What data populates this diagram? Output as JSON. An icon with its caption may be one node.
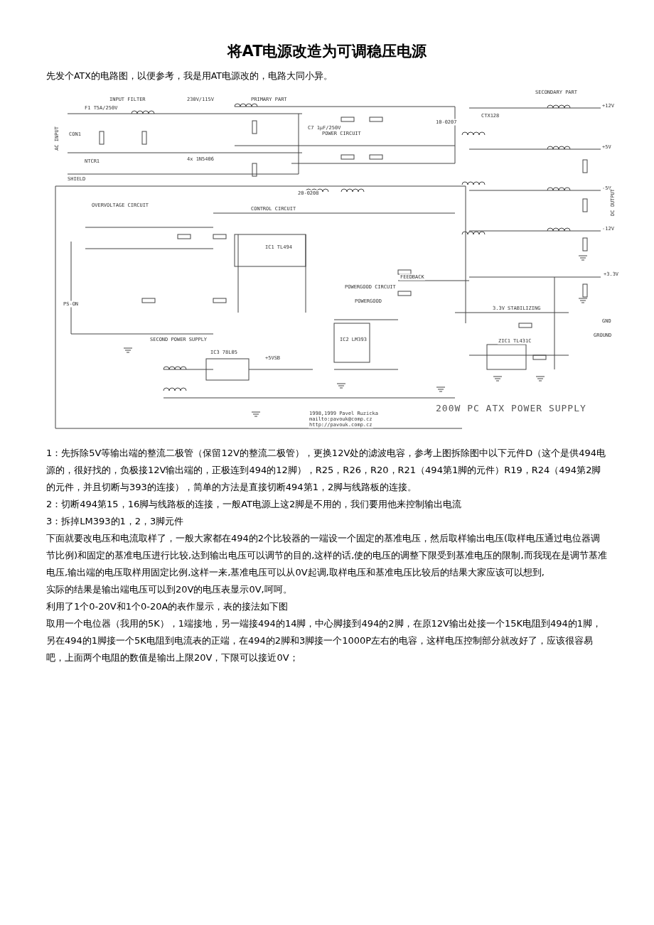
{
  "diagram": {
    "title": "将AT电源改造为可调稳压电源",
    "labels": [
      "先发个ATX的电路图，以便参考，我是用AT电源改的，电路大同小异。",
      "INPUT FILTER",
      "230V/115V",
      "AC INPUT",
      "CON1",
      "F1 T5A/250V",
      "NTCR1",
      "SHIELD",
      "4x 1N5406",
      "PRIMARY PART",
      "POWER CIRCUIT",
      "C7 1µF/250V",
      "20-0208",
      "SECONDARY PART",
      "10-0207",
      "CTX128",
      "+12V",
      "+5V",
      "-5V",
      "-12V",
      "DC OUTPUT",
      "OVERVOLTAGE CIRCUIT",
      "CONTROL CIRCUIT",
      "IC1 TL494",
      "FEEDBACK",
      "POWERGOOD CIRCUIT",
      "POWERGOOD",
      "IC2 LM393",
      "+5VSB",
      "PS-ON",
      "SECOND POWER SUPPLY",
      "IC3 78L05",
      "3.3V STABILIZING",
      "ZIC1 TL431C",
      "+3.3V",
      "GND",
      "GROUND",
      "1998,1999 Pavel Ruzicka",
      "mailto:pavouk@comp.cz",
      "http://pavouk.comp.cz",
      "200W PC ATX POWER SUPPLY",
      "1：先拆除5V等输出端的整流二极管（保留12V的整流二极管），更换12V处的滤波电容，参考上图拆除图中以下元件D（这个是供494电源的，很好找的，负极接12V输出端的，正极连到494的12脚），R25，R26，R20，R21（494第1脚的元件）R19，R24（494第2脚的元件，并且切断与393的连接），简单的方法是直接切断494第1，2脚与线路板的连接。",
      "2：切断494第15，16脚与线路板的连接，一般AT电源上这2脚是不用的，我们要用他来控制输出电流",
      "3：拆掉LM393的1，2，3脚元件",
      "下面就要改电压和电流取样了，一般大家都在494的2个比较器的一端设一个固定的基准电压，然后取样输出电压(取样电压通过电位器调节比例)和固定的基准电压进行比较,达到输出电压可以调节的目的,这样的话,使的电压的调整下限受到基准电压的限制,而我现在是调节基准电压,输出端的电压取样用固定比例,这样一来,基准电压可以从0V起调,取样电压和基准电压比较后的结果大家应该可以想到,",
      "实际的结果是输出端电压可以到20V的电压表显示0V,呵呵。",
      "利用了1个0-20V和1个0-20A的表作显示，表的接法如下图",
      "取用一个电位器（我用的5K），1端接地，另一端接494的14脚，中心脚接到494的2脚，在原12V输出处接一个15K电阻到494的1脚，另在494的1脚接一个5K电阻到电流表的正端，在494的2脚和3脚接一个1000P左右的电容，这样电压控制部分就改好了，应该很容易吧，上面两个电阻的数值是输出上限20V，下限可以接近0V；"
    ]
  }
}
